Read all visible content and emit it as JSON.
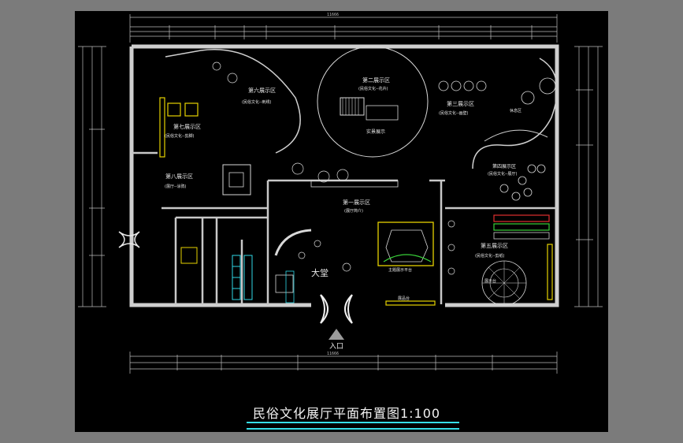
{
  "drawing": {
    "title": "民俗文化展厅平面布置图1:100",
    "entrance": "入口",
    "lobby": "大堂",
    "overall_dim": "11666"
  },
  "zones": [
    {
      "id": "z1",
      "name": "第一展示区",
      "sub": "(展厅简介)"
    },
    {
      "id": "z2",
      "name": "第二展示区",
      "sub": "(民俗文化--花卉)"
    },
    {
      "id": "z3",
      "name": "第三展示区",
      "sub": "(民俗文化--画壁)"
    },
    {
      "id": "z4",
      "name": "第四展示区",
      "sub": "(民俗文化--展厅)"
    },
    {
      "id": "z5",
      "name": "第五展示区",
      "sub": "(民俗文化--剪纸)"
    },
    {
      "id": "z6",
      "name": "第六展示区",
      "sub": "(民俗文化--刺绣)"
    },
    {
      "id": "z7",
      "name": "第七展示区",
      "sub": "(民俗文化--剪脚)"
    },
    {
      "id": "z8",
      "name": "第八展示区",
      "sub": "(展厅--涂鸦)"
    }
  ],
  "misc_labels": {
    "main_stage": "主题展示平台",
    "showcase": "展示台",
    "experience": "实景展示",
    "rest_area": "休息区",
    "exhibit_stand": "展品台"
  },
  "colors": {
    "wall": "#cfcfcf",
    "furniture_yellow": "#e6d200",
    "toilet_cyan": "#2fd8e6",
    "green_bar": "#38d038",
    "red_bar": "#e03030",
    "accent_cyan": "#36e0ea"
  }
}
